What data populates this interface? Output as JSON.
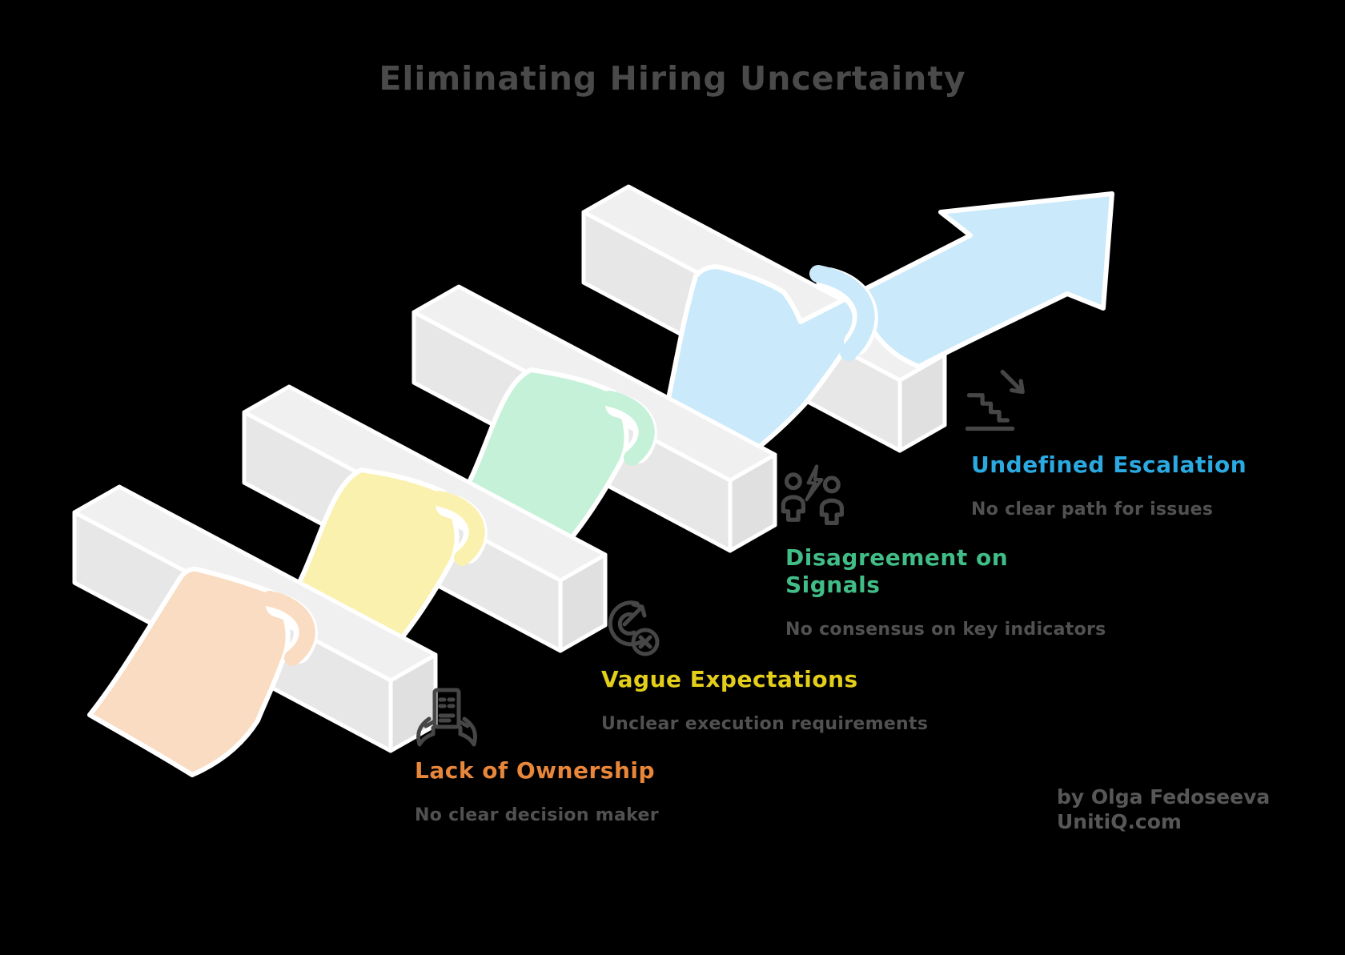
{
  "title": "Eliminating Hiring Uncertainty",
  "attribution": {
    "line1": "by Olga Fedoseeva",
    "line2": "UnitiQ.com"
  },
  "steps": [
    {
      "label": "Lack of Ownership",
      "description": "No clear decision maker",
      "label_color": "#E8863A",
      "ribbon_color": "#F9DCC2",
      "icon": "document-in-hands-icon"
    },
    {
      "label": "Vague Expectations",
      "description": "Unclear execution requirements",
      "label_color": "#E3CE1A",
      "ribbon_color": "#FAF1AE",
      "icon": "missed-target-icon"
    },
    {
      "label": "Disagreement on Signals",
      "description": "No consensus on key indicators",
      "label_color": "#41BE87",
      "ribbon_color": "#C5F1D8",
      "icon": "people-conflict-icon"
    },
    {
      "label": "Undefined Escalation",
      "description": "No clear path for issues",
      "label_color": "#2BA9E1",
      "ribbon_color": "#CAE9FA",
      "icon": "stairs-down-icon"
    }
  ],
  "illustration": {
    "bar_top_color": "#F0F0F0",
    "bar_front_color": "#E7E7E7",
    "bar_side_color": "#E0E0E0",
    "outline_color": "#FFFFFF",
    "arrow_color": "#CAE9FA",
    "icon_color": "#464646",
    "text_color": "#4A4A4A",
    "subtext_color": "#515151",
    "attribution_color": "#575757"
  }
}
